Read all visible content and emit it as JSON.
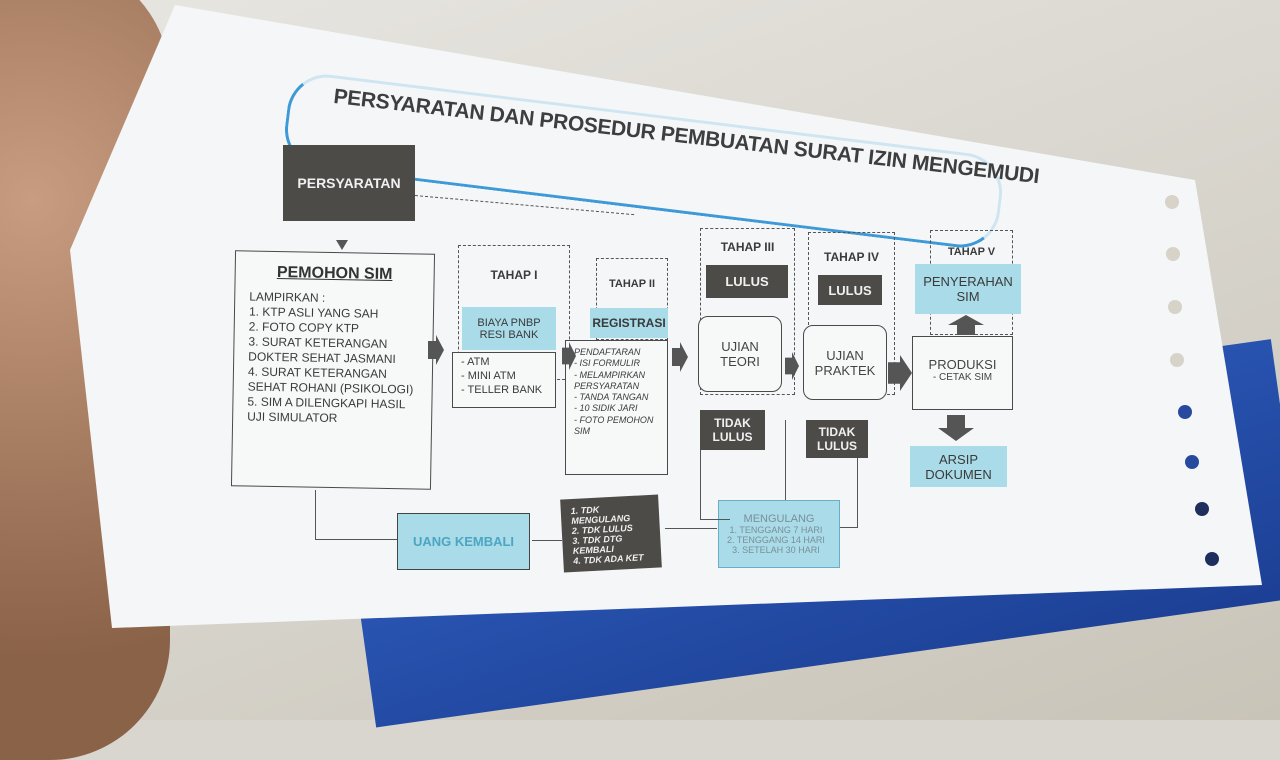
{
  "title": "PERSYARATAN DAN PROSEDUR PEMBUATAN SURAT IZIN MENGEMUDI",
  "requirements_label": "PERSYARATAN",
  "applicant": {
    "heading": "PEMOHON SIM",
    "intro": "LAMPIRKAN :",
    "items": [
      "1. KTP ASLI YANG SAH",
      "2. FOTO COPY KTP",
      "3. SURAT KETERANGAN DOKTER SEHAT JASMANI",
      "4. SURAT KETERANGAN SEHAT ROHANI (PSIKOLOGI)",
      "5. SIM A DILENGKAPI HASIL UJI SIMULATOR"
    ]
  },
  "stage1": {
    "label": "TAHAP I",
    "box": "BIAYA PNBP RESI BANK",
    "items": [
      "- ATM",
      "- MINI ATM",
      "- TELLER BANK"
    ]
  },
  "stage2": {
    "label": "TAHAP II",
    "box": "REGISTRASI",
    "items": [
      "PENDAFTARAN",
      "- ISI FORMULIR",
      "- MELAMPIRKAN PERSYARATAN",
      "- TANDA TANGAN",
      "- 10 SIDIK JARI",
      "- FOTO PEMOHON SIM"
    ]
  },
  "stage3": {
    "label": "TAHAP III",
    "pass": "LULUS",
    "exam": "UJIAN TEORI",
    "fail": "TIDAK LULUS"
  },
  "stage4": {
    "label": "TAHAP IV",
    "pass": "LULUS",
    "exam": "UJIAN PRAKTEK",
    "fail": "TIDAK LULUS"
  },
  "stage5": {
    "label": "TAHAP V",
    "box": "PENYERAHAN SIM",
    "production": "PRODUKSI",
    "production_sub": "- CETAK SIM",
    "archive": "ARSIP DOKUMEN"
  },
  "repeat": {
    "heading": "MENGULANG",
    "items": [
      "1. TENGGANG 7 HARI",
      "2. TENGGANG 14 HARI",
      "3. SETELAH 30 HARI"
    ]
  },
  "refund_conditions": [
    "1. TDK MENGULANG",
    "2. TDK LULUS",
    "3. TDK DTG KEMBALI",
    "4. TDK ADA KET"
  ],
  "refund": "UANG KEMBALI",
  "colors": {
    "dark_box": "#4d4b48",
    "blue_box": "#a9dbe8",
    "title_line": "#3d9ad6"
  }
}
